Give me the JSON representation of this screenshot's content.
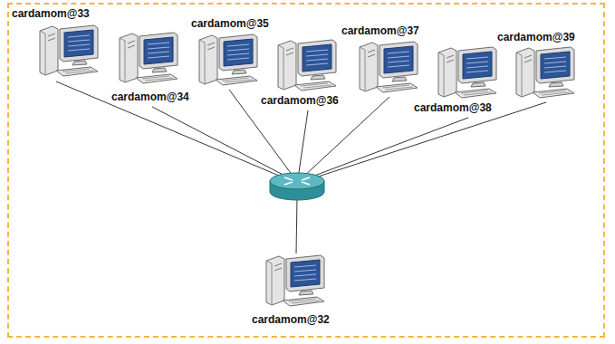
{
  "diagram": {
    "nodes": [
      {
        "text": [
          "cardamom@33"
        ]
      },
      {
        "text": [
          "cardamom@34"
        ]
      },
      {
        "text": [
          "cardamom@35"
        ]
      },
      {
        "text": [
          "cardamom@36"
        ]
      },
      {
        "text": [
          "cardamom@37"
        ]
      },
      {
        "text": [
          "cardamom@38"
        ]
      },
      {
        "text": [
          "cardamom@39"
        ]
      },
      {
        "text": [
          "cardamom@32"
        ]
      }
    ]
  }
}
